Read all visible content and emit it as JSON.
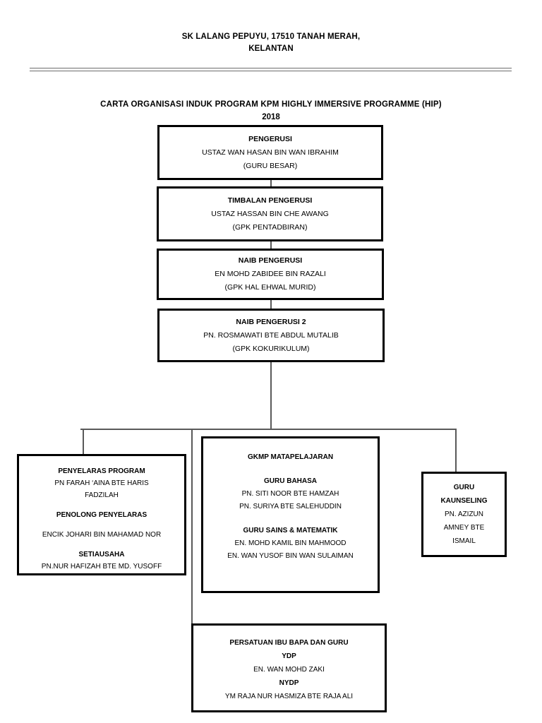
{
  "header": {
    "line1": "SK LALANG PEPUYU, 17510 TANAH MERAH,",
    "line2": "KELANTAN"
  },
  "chart_title": {
    "line1": "CARTA  ORGANISASI  INDUK  PROGRAM  KPM HIGHLY  IMMERSIVE PROGRAMME  (HIP)",
    "line2": "2018"
  },
  "chart_data": {
    "type": "diagram",
    "title": "CARTA  ORGANISASI  INDUK  PROGRAM  KPM HIGHLY  IMMERSIVE PROGRAMME  (HIP) 2018",
    "nodes": [
      {
        "id": "pengerusi",
        "lines": [
          {
            "text": "PENGERUSI",
            "bold": true
          },
          {
            "text": "USTAZ WAN HASAN BIN WAN IBRAHIM",
            "bold": false
          },
          {
            "text": "(GURU BESAR)",
            "bold": false
          }
        ]
      },
      {
        "id": "timbalan-pengerusi",
        "lines": [
          {
            "text": "TIMBALAN PENGERUSI",
            "bold": true
          },
          {
            "text": "USTAZ HASSAN BIN CHE AWANG",
            "bold": false
          },
          {
            "text": "(GPK PENTADBIRAN)",
            "bold": false
          }
        ]
      },
      {
        "id": "naib-pengerusi",
        "lines": [
          {
            "text": "NAIB PENGERUSI",
            "bold": true
          },
          {
            "text": "EN MOHD ZABIDEE BIN RAZALI",
            "bold": false
          },
          {
            "text": "(GPK HAL EHWAL MURID)",
            "bold": false
          }
        ]
      },
      {
        "id": "naib-pengerusi-2",
        "lines": [
          {
            "text": "NAIB PENGERUSI 2",
            "bold": true
          },
          {
            "text": "PN. ROSMAWATI BTE ABDUL MUTALIB",
            "bold": false
          },
          {
            "text": "(GPK KOKURIKULUM)",
            "bold": false
          }
        ]
      },
      {
        "id": "penyelaras-program",
        "lines": [
          {
            "text": "PENYELARAS  PROGRAM",
            "bold": true
          },
          {
            "text": "PN FARAH ‘AINA BTE HARIS",
            "bold": false
          },
          {
            "text": "FADZILAH",
            "bold": false
          },
          {
            "text": "",
            "bold": false
          },
          {
            "text": "PENOLONG  PENYELARAS",
            "bold": true
          },
          {
            "text": "",
            "bold": false
          },
          {
            "text": "ENCIK JOHARI BIN MAHAMAD NOR",
            "bold": false
          },
          {
            "text": "",
            "bold": false
          },
          {
            "text": "SETIAUSAHA",
            "bold": true
          },
          {
            "text": "PN.NUR HAFIZAH BTE MD. YUSOFF",
            "bold": false
          }
        ]
      },
      {
        "id": "gkmp-matapelajaran",
        "lines": [
          {
            "text": "GKMP  MATAPELAJARAN",
            "bold": true
          },
          {
            "text": "",
            "bold": false
          },
          {
            "text": "GURU BAHASA",
            "bold": true
          },
          {
            "text": "PN. SITI NOOR BTE HAMZAH",
            "bold": false
          },
          {
            "text": "PN. SURIYA BTE SALEHUDDIN",
            "bold": false
          },
          {
            "text": "",
            "bold": false
          },
          {
            "text": "GURU SAINS & MATEMATIK",
            "bold": true
          },
          {
            "text": "EN. MOHD KAMIL BIN MAHMOOD",
            "bold": false
          },
          {
            "text": "EN. WAN YUSOF BIN WAN SULAIMAN",
            "bold": false
          }
        ]
      },
      {
        "id": "guru-kaunseling",
        "lines": [
          {
            "text": "GURU",
            "bold": true
          },
          {
            "text": "KAUNSELING",
            "bold": true
          },
          {
            "text": "PN. AZIZUN",
            "bold": false
          },
          {
            "text": "AMNEY BTE",
            "bold": false
          },
          {
            "text": "ISMAIL",
            "bold": false
          }
        ]
      },
      {
        "id": "persatuan-ibu-bapa-dan-guru",
        "lines": [
          {
            "text": "PERSATUAN  IBU  BAPA  DAN  GURU",
            "bold": true
          },
          {
            "text": "YDP",
            "bold": true
          },
          {
            "text": "EN. WAN MOHD ZAKI",
            "bold": false
          },
          {
            "text": "NYDP",
            "bold": true
          },
          {
            "text": "YM RAJA NUR HASMIZA BTE RAJA ALI",
            "bold": false
          }
        ]
      }
    ],
    "edges": [
      {
        "from": "pengerusi",
        "to": "timbalan-pengerusi"
      },
      {
        "from": "timbalan-pengerusi",
        "to": "naib-pengerusi"
      },
      {
        "from": "naib-pengerusi",
        "to": "naib-pengerusi-2"
      },
      {
        "from": "naib-pengerusi-2",
        "to": "penyelaras-program"
      },
      {
        "from": "naib-pengerusi-2",
        "to": "gkmp-matapelajaran"
      },
      {
        "from": "naib-pengerusi-2",
        "to": "guru-kaunseling"
      },
      {
        "from": "naib-pengerusi-2",
        "to": "persatuan-ibu-bapa-dan-guru"
      }
    ],
    "colors": {
      "box_border": "#000000",
      "connector": "#595959",
      "rule": "#6d6d6d",
      "text": "#000000",
      "background": "#ffffff"
    }
  }
}
